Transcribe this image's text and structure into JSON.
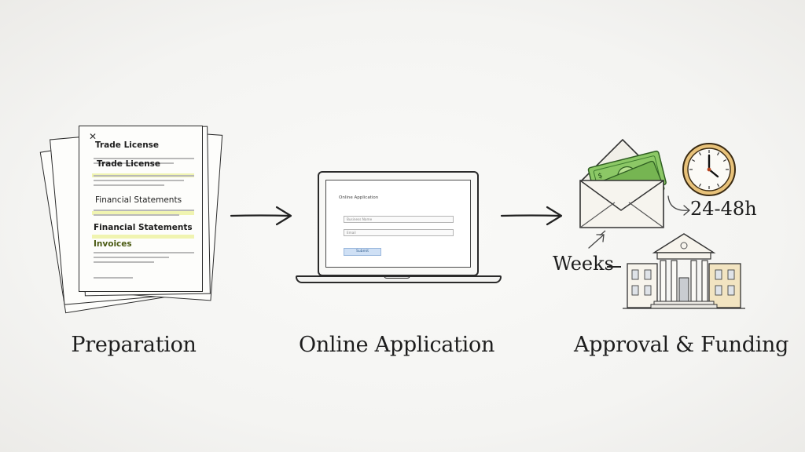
{
  "stages": [
    {
      "label": "Preparation"
    },
    {
      "label": "Online Application"
    },
    {
      "label": "Approval & Funding"
    }
  ],
  "documents": {
    "sheet_titles": [
      "Trade License",
      "Trade License",
      "Financial Statements",
      "Financial Statements",
      "Invoices"
    ]
  },
  "laptop": {
    "screen_title": "Online Application",
    "inputs": [
      "Business Name",
      "Email"
    ],
    "button_label": "Submit"
  },
  "approval": {
    "fast_time": "24-48h",
    "slow_time": "Weeks"
  },
  "colors": {
    "ink": "#1d1d1d",
    "highlight": "#eef3a8",
    "money": "#7fbf5a",
    "clock_rim": "#c98a2e",
    "bank_wall": "#f3e6c8"
  },
  "icons": [
    "document-stack-icon",
    "arrow-right-icon",
    "laptop-icon",
    "money-envelope-icon",
    "clock-icon",
    "bank-building-icon"
  ]
}
